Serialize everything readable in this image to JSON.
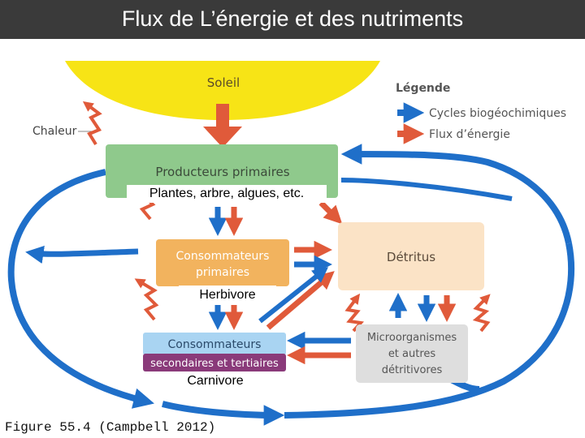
{
  "title": "Flux de L’énergie et des nutriments",
  "diagram": {
    "sun": "Soleil",
    "heat": "Chaleur",
    "producers": "Producteurs primaires",
    "producers_note": "Plantes, arbre, algues, etc.",
    "primary_consumers_line1": "Consommateurs",
    "primary_consumers_line2": "primaires",
    "primary_consumers_note": "Herbivore",
    "secondary_consumers_line1": "Consommateurs",
    "secondary_consumers_line2": "secondaires et tertiaires",
    "secondary_consumers_note": "Carnivore",
    "detritus": "Détritus",
    "microorganisms_line1": "Microorganismes",
    "microorganisms_line2": "et autres",
    "microorganisms_line3": "détritivores"
  },
  "legend": {
    "title": "Légende",
    "cycles": "Cycles biogéochimiques",
    "energy": "Flux d’énergie"
  },
  "caption": "Figure 55.4 (Campbell 2012)",
  "colors": {
    "nutrient_arrow": "#1f6fc9",
    "energy_arrow": "#e05a3a",
    "sun": "#f7e416",
    "producers": "#8fc98c",
    "primary_consumers": "#f2b35e",
    "secondary_top": "#a9d4f2",
    "secondary_bottom": "#8a3a7a",
    "detritus": "#fbe3c6",
    "microorganisms": "#dedede"
  }
}
